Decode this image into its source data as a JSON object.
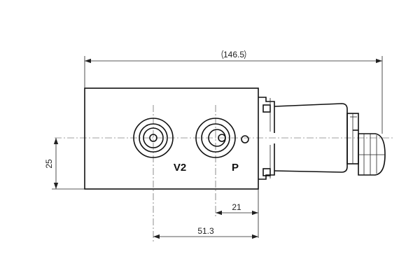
{
  "dimensions": {
    "overall_length": "146.5",
    "height": "25",
    "port_p_offset": "21",
    "port_v2_offset": "51.3"
  },
  "ports": {
    "v2_label": "V2",
    "p_label": "P"
  },
  "colors": {
    "line": "#111111",
    "background": "#ffffff"
  }
}
